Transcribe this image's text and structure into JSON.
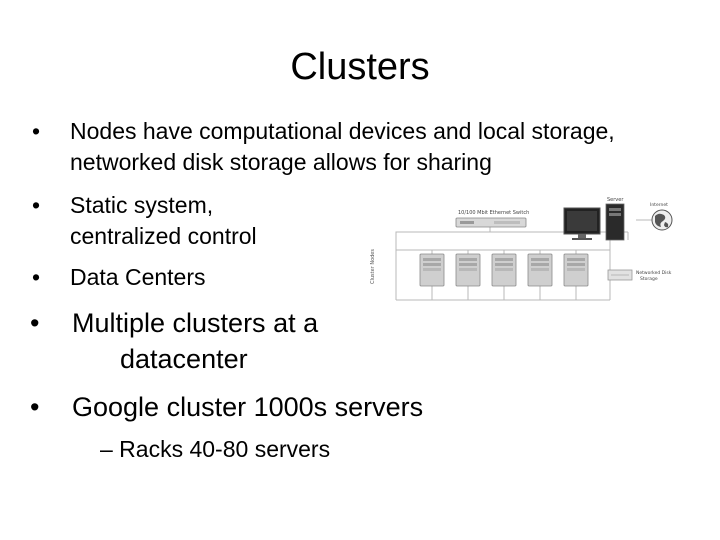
{
  "slide": {
    "title": "Clusters",
    "bullets": [
      {
        "line1": "Nodes have computational devices and local storage,",
        "line2": "networked disk storage allows for sharing"
      },
      {
        "line1": "Static system,",
        "line2": "centralized control"
      },
      {
        "line1": "Data Centers"
      },
      {
        "line1": "Multiple clusters at a",
        "line2": "datacenter"
      },
      {
        "line1": "Google cluster 1000s servers"
      }
    ],
    "sub_bullet": "– Racks 40-80 servers",
    "bullet_glyph": "•"
  },
  "diagram": {
    "switch_label": "10/100 Mbit Ethernet Switch",
    "server_label": "Server",
    "storage_label_1": "Networked Disk",
    "storage_label_2": "Storage",
    "nodes_label": "Cluster Nodes",
    "internet_label": "Internet",
    "node_count": 5
  }
}
